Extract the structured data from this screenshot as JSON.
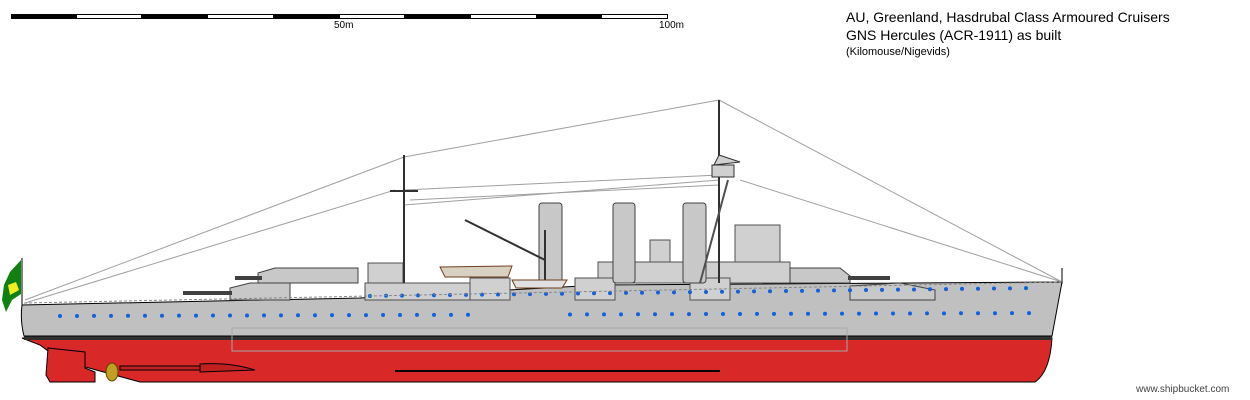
{
  "scale_bar": {
    "label_mid": "50m",
    "label_end": "100m",
    "segments": 10
  },
  "title": {
    "line1": "AU, Greenland, Hasdrubal Class Armoured Cruisers",
    "line2": "GNS Hercules (ACR-1911) as built",
    "authors": "(Kilomouse/Nigevids)"
  },
  "credit": "www.shipbucket.com",
  "colors": {
    "hull": "#c0c0c0",
    "underwater": "#d82828",
    "superstructure": "#d0d0d0",
    "porthole": "#1060e0",
    "flag": "#108010"
  }
}
